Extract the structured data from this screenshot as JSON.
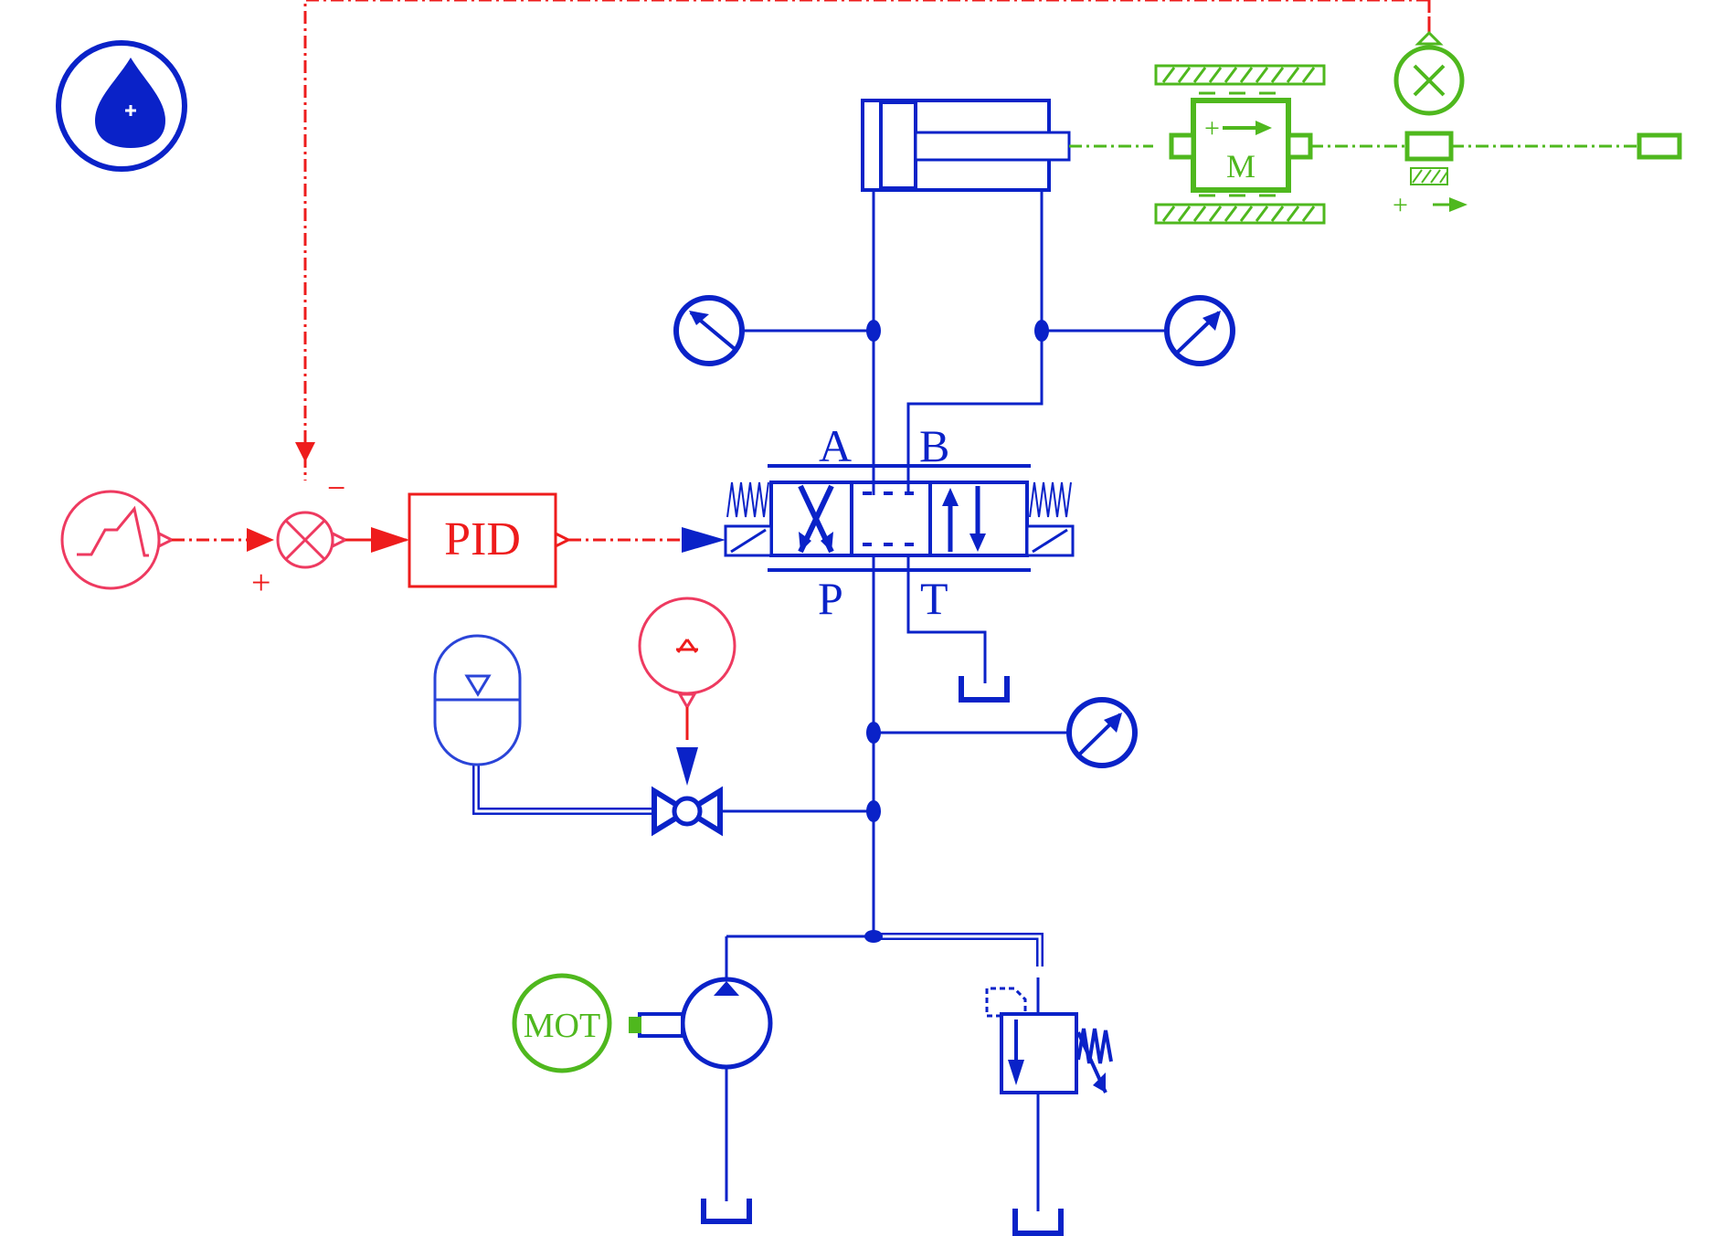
{
  "colors": {
    "hydraulic": "#0a22c8",
    "hydraulic_light": "#2a44d8",
    "signal": "#ee1c1c",
    "signal_light": "#ee3a60",
    "mechanical": "#4fb81e",
    "background": "#ffffff"
  },
  "icons": {
    "fluid_properties": "water-drop-icon",
    "signal_source": "ramp-signal-icon",
    "summing_junction": "summing-junction-icon",
    "force_sensor": "force-sensor-icon",
    "pressure_gauge": "pressure-gauge-icon",
    "accumulator": "accumulator-icon",
    "throttle_valve": "orifice-valve-icon",
    "constant_signal": "constant-signal-icon",
    "pump": "pump-icon",
    "relief_valve": "relief-valve-icon",
    "tank": "tank-icon"
  },
  "labels": {
    "port_a": "A",
    "port_b": "B",
    "port_p": "P",
    "port_t": "T",
    "pid": "PID",
    "motor": "MOT",
    "mass": "M",
    "minus": "−",
    "plus": "+",
    "mass_plus": "+",
    "sensor_plus": "+"
  }
}
